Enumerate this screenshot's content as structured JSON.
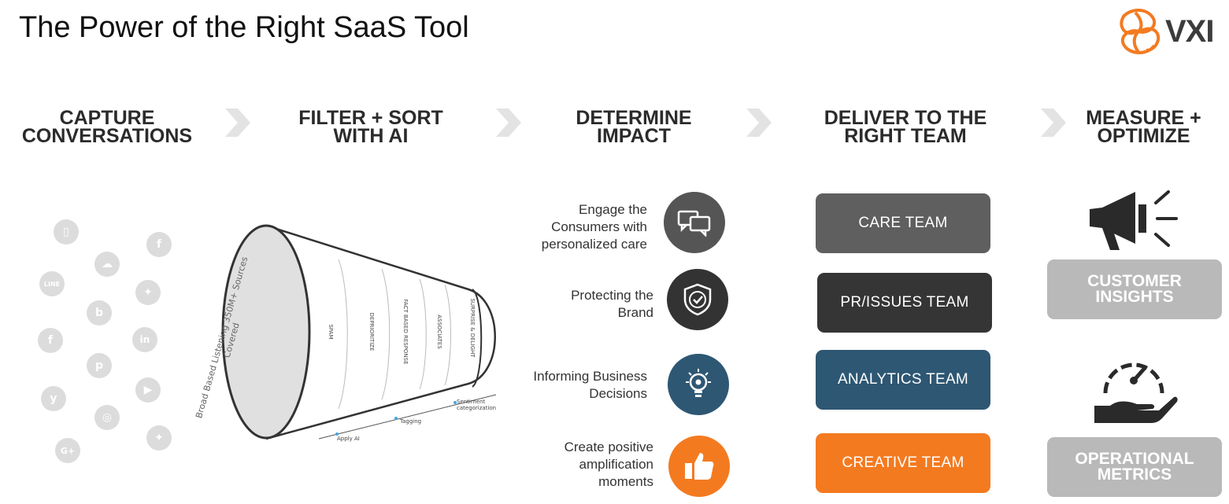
{
  "title": "The Power of the Right SaaS Tool",
  "logo": {
    "text": "VXI",
    "color": "#f47a20"
  },
  "steps": [
    {
      "lines": [
        "CAPTURE",
        "CONVERSATIONS"
      ]
    },
    {
      "lines": [
        "FILTER + SORT",
        "WITH AI"
      ]
    },
    {
      "lines": [
        "DETERMINE",
        "IMPACT"
      ]
    },
    {
      "lines": [
        "DELIVER TO THE",
        "RIGHT TEAM"
      ]
    },
    {
      "lines": [
        "MEASURE +",
        "OPTIMIZE"
      ]
    }
  ],
  "social_icons": [
    "phone-icon",
    "facebook-icon",
    "snapchat-icon",
    "line-icon",
    "twitter-icon",
    "blog-icon",
    "facebook-icon",
    "linkedin-icon",
    "pinterest-icon",
    "youtube-icon",
    "yelp-icon",
    "instagram-icon",
    "twitter-icon",
    "googleplus-icon"
  ],
  "funnel": {
    "side_label": "Broad Based Listening 350M+ Sources Covered",
    "stages": [
      "SPAM",
      "DEPRIORITIZE",
      "FACT BASED RESPONSE",
      "ASSOCIATES",
      "SURPRISE & DELIGHT"
    ],
    "axis_labels": [
      "Apply AI",
      "Tagging",
      "Sentiment categorization"
    ]
  },
  "impacts": [
    {
      "lines": [
        "Engage the",
        "Consumers with",
        "personalized care"
      ],
      "icon": "chat-bubbles-icon",
      "color": "#555555"
    },
    {
      "lines": [
        "Protecting the",
        "Brand"
      ],
      "icon": "shield-check-icon",
      "color": "#333333"
    },
    {
      "lines": [
        "Informing Business",
        "Decisions"
      ],
      "icon": "lightbulb-gear-icon",
      "color": "#2e5773"
    },
    {
      "lines": [
        "Create positive",
        "amplification",
        "moments"
      ],
      "icon": "thumbs-up-icon",
      "color": "#f47a20"
    }
  ],
  "teams": [
    {
      "label": "CARE TEAM",
      "color": "#5f5f5f"
    },
    {
      "label": "PR/ISSUES TEAM",
      "color": "#353535"
    },
    {
      "label": "ANALYTICS TEAM",
      "color": "#2e5773"
    },
    {
      "label": "CREATIVE TEAM",
      "color": "#f47a20"
    }
  ],
  "metrics": [
    {
      "lines": [
        "CUSTOMER",
        "INSIGHTS"
      ],
      "icon": "megaphone-icon"
    },
    {
      "lines": [
        "OPERATIONAL",
        "METRICS"
      ],
      "icon": "gauge-hand-icon"
    }
  ]
}
